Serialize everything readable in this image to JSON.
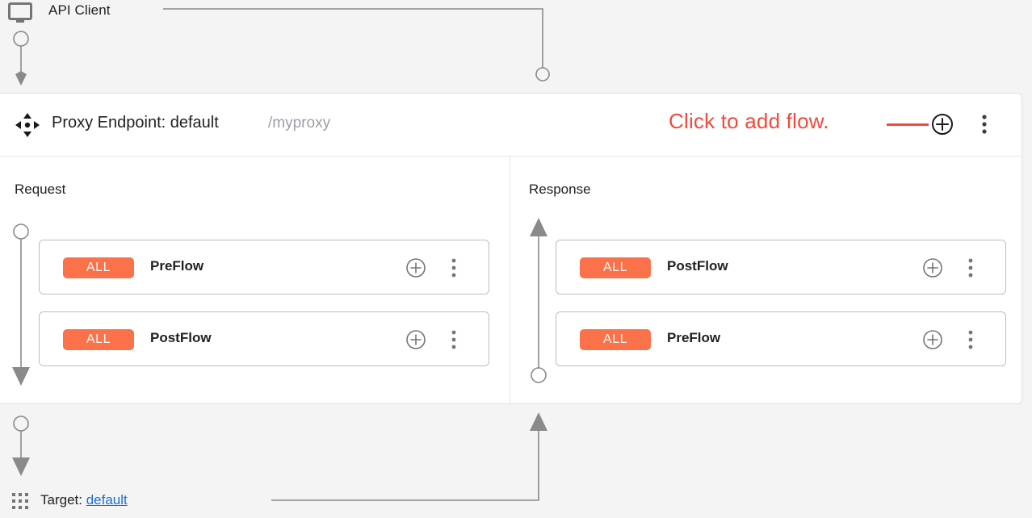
{
  "client": {
    "label": "API Client",
    "icon": "monitor-icon"
  },
  "proxy": {
    "drag_icon": "move-icon",
    "title": "Proxy Endpoint: default",
    "path": "/myproxy",
    "add_icon": "plus-circle-icon",
    "menu_icon": "more-vert-icon"
  },
  "annotation": {
    "text": "Click to add flow.",
    "color": "#f4493c"
  },
  "panes": [
    {
      "id": "request",
      "title": "Request",
      "flows": [
        {
          "badge": "ALL",
          "name": "PreFlow",
          "add_icon": "plus-circle-icon",
          "menu_icon": "more-vert-icon"
        },
        {
          "badge": "ALL",
          "name": "PostFlow",
          "add_icon": "plus-circle-icon",
          "menu_icon": "more-vert-icon"
        }
      ]
    },
    {
      "id": "response",
      "title": "Response",
      "flows": [
        {
          "badge": "ALL",
          "name": "PostFlow",
          "add_icon": "plus-circle-icon",
          "menu_icon": "more-vert-icon"
        },
        {
          "badge": "ALL",
          "name": "PreFlow",
          "add_icon": "plus-circle-icon",
          "menu_icon": "more-vert-icon"
        }
      ]
    }
  ],
  "target": {
    "grid_icon": "apps-grid-icon",
    "label": "Target:",
    "name": "default"
  },
  "colors": {
    "badge": "#fb7149",
    "annotation": "#f4493c",
    "link": "#1a6fd4",
    "connector": "#8a8a8a",
    "page_bg": "#f4f4f4",
    "card_bg": "#ffffff"
  }
}
